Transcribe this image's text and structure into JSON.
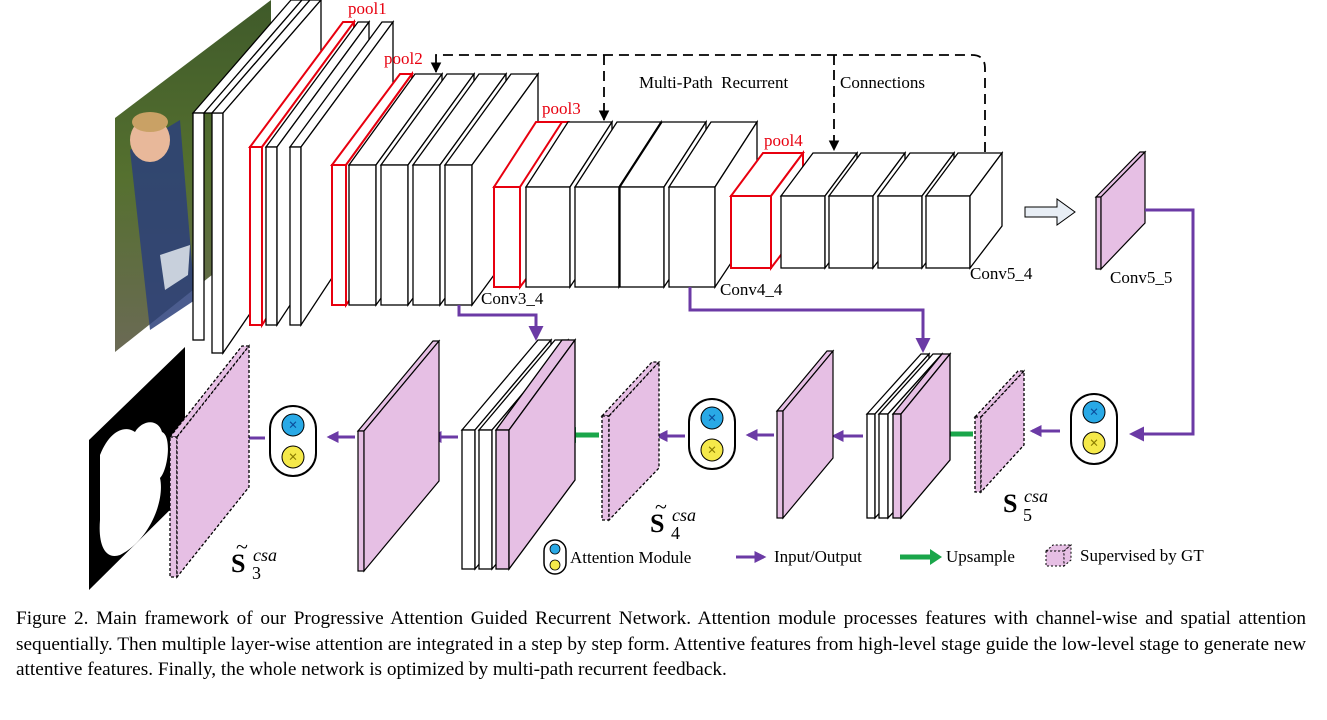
{
  "diagram": {
    "pool_labels": [
      "pool1",
      "pool2",
      "pool3",
      "pool4"
    ],
    "pool_color": "#e8000f",
    "conv_labels": {
      "conv3": "Conv3_4",
      "conv4": "Conv4_4",
      "conv5": "Conv5_4",
      "conv55": "Conv5_5"
    },
    "recurrent_label_parts": [
      "Multi-Path  Recurrent",
      "Connections"
    ],
    "s5": {
      "base": "S",
      "sup": "csa",
      "sub": "5"
    },
    "s4": {
      "base": "S",
      "sup": "csa",
      "sub": "4",
      "tilde": "~"
    },
    "s3": {
      "base": "S",
      "sup": "csa",
      "sub": "3",
      "tilde": "~"
    },
    "legend": {
      "attention": "Attention Module",
      "io": "Input/Output",
      "upsample": "Upsample",
      "supervised": "Supervised by GT"
    },
    "colors": {
      "feature_fill": "#e6bfe4",
      "arrow_purple": "#6b3aa5",
      "arrow_green": "#1aa64a",
      "attention_channel": "#29a9e6",
      "attention_spatial": "#f5e94a"
    }
  },
  "caption": "Figure 2. Main framework of our Progressive Attention Guided Recurrent Network. Attention module processes features with channel-wise and spatial attention sequentially. Then multiple layer-wise attention are integrated in a step by step form. Attentive features from high-level stage guide the low-level stage to generate new attentive features. Finally, the whole network is optimized by multi-path recurrent feedback."
}
